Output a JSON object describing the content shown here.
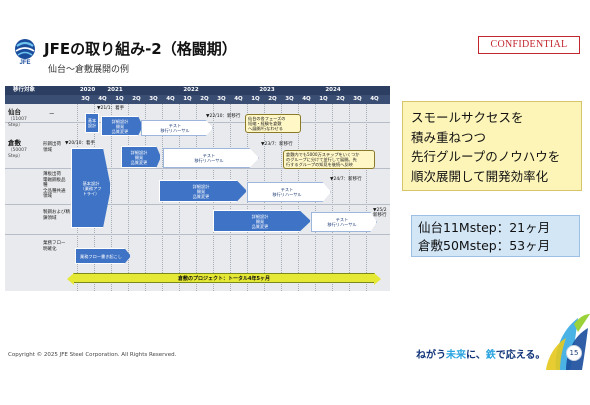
{
  "header": {
    "logo_text": "JFE",
    "title": "JFEの取り組み-2（格闘期）",
    "subtitle": "仙台～倉敷展開の例",
    "confidential": "CONFIDENTIAL"
  },
  "gantt": {
    "corner_label": "移行対象",
    "years": [
      "2020",
      "2021",
      "2022",
      "2023",
      "2024"
    ],
    "quarters": [
      "3Q",
      "4Q",
      "1Q",
      "2Q",
      "3Q",
      "4Q",
      "1Q",
      "2Q",
      "3Q",
      "4Q",
      "1Q",
      "2Q",
      "3Q",
      "4Q",
      "1Q",
      "2Q",
      "3Q",
      "4Q"
    ],
    "rows": {
      "sendai": {
        "name": "仙台",
        "detail": "（11007\nStep）",
        "sub": "ー"
      },
      "kurashiki": {
        "name": "倉敷",
        "detail": "（50007\nStep）"
      },
      "k_groups": [
        {
          "label": "形鋼出荷\n領域"
        },
        {
          "label": "薄板出荷\n電磁鋼板品\n種\n全品種共通\n領域"
        },
        {
          "label": "製鋼および精\n錬領域"
        },
        {
          "label": "業務フロー\n明確化"
        }
      ]
    },
    "bars": {
      "s_design": "基本\n設計",
      "s_detail": "詳細設計\n開発\n品質変更",
      "s_test": "テスト\n移行リハーサル",
      "k_basic": "基本設計\n（業務アフ\nトライ）",
      "k1_detail": "詳細設計\n開発\n品質変更",
      "k1_test": "テスト\n移行リハーサル",
      "k2_detail": "詳細設計\n開発\n品質変更",
      "k2_test": "テスト\n移行リハーサル",
      "k3_detail": "詳細設計\n開発\n品質変更",
      "k3_test": "テスト\n移行リハーサル",
      "k4_flow": "業務フロー書き起こし"
    },
    "milestones": {
      "s_start": "▼21/1：着手",
      "s_cutover": "▼22/10：新移行",
      "k_start": "▼20/10：着手",
      "k1_cutover": "▼23/7：新移行",
      "k2_cutover": "▼24/7：新移行",
      "k3_cutover": "▼25/2\n新移行"
    },
    "notes": {
      "n1": "仙台の各フェーズの\n短縮・経験を倉敷\nへ展開/行なわせる",
      "n2": "倉敷内でも5000万ステップをいくつか\nのグループに分けて並行して展開。先\n行するグループの知見を後続へ反映"
    },
    "total_bar": "倉敷のプロジェクト：トータル4年5ヶ月"
  },
  "message1": [
    "スモールサクセスを",
    "積み重ねつつ",
    "先行グループのノウハウを",
    "順次展開して開発効率化"
  ],
  "message2": [
    "仙台11Mstep：21ヶ月",
    "倉敷50Mstep：53ヶ月"
  ],
  "footer": {
    "copyright": "Copyright © 2025 JFE Steel Corporation. All Rights Reserved.",
    "slogan_a": "ねがう",
    "slogan_b": "未来",
    "slogan_c": "に、",
    "slogan_d": "鉄",
    "slogan_e": "で応える。",
    "page_number": "15"
  },
  "colors": {
    "navy": "#2c3f63",
    "bar_blue": "#3f73c5",
    "confidential_red": "#c2262e",
    "total_bar_yellow": "#e5e834",
    "msg_yellow": "#fdf5b8",
    "msg_blue": "#d3e6f6"
  }
}
